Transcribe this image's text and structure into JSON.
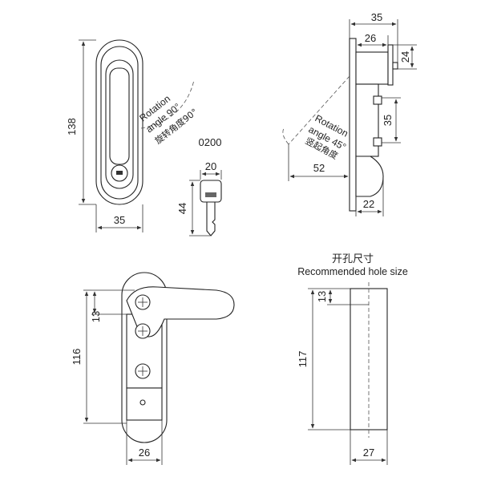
{
  "product_code": "0200",
  "front_view": {
    "height": "138",
    "width": "35",
    "rotation_label": "Rotation",
    "rotation_angle": "angle 90°",
    "rotation_cn": "旋转角度90°"
  },
  "key_view": {
    "width": "20",
    "height": "44"
  },
  "side_view": {
    "top_width": "35",
    "upper_width": "26",
    "cap_height": "24",
    "spacing": "35",
    "depth": "52",
    "lower_width": "22",
    "rotation_label": "Rotation",
    "rotation_angle": "angle 45°",
    "lift_cn": "竖起角度"
  },
  "handle_view": {
    "top_offset": "13",
    "height": "116",
    "width": "26"
  },
  "hole_view": {
    "title_cn": "开孔尺寸",
    "title": "Recommended hole size",
    "top_offset": "13",
    "height": "117",
    "width": "27"
  }
}
